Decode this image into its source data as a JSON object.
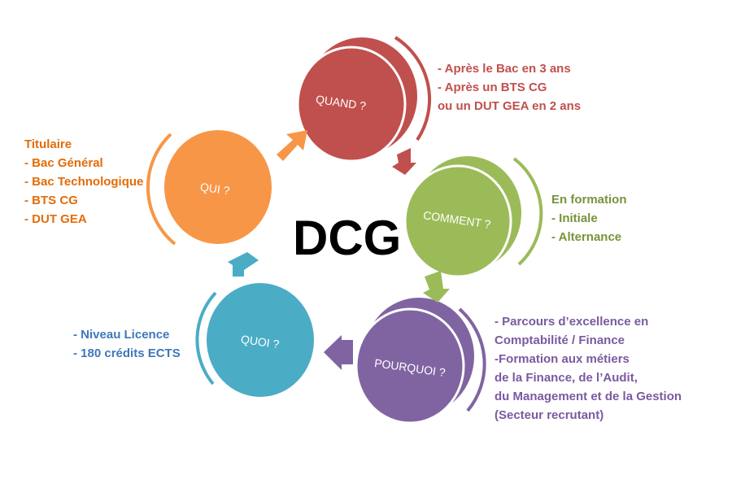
{
  "title": "DCG",
  "colors": {
    "quand": "#c0504d",
    "comment": "#9bbb59",
    "pourquoi": "#8064a2",
    "quoi": "#4bacc6",
    "qui": "#f79646"
  },
  "nodes": {
    "quand": {
      "label": "QUAND ?",
      "lines": [
        "- Après le Bac en 3 ans",
        "- Après un BTS CG",
        "ou un DUT GEA en 2 ans"
      ]
    },
    "comment": {
      "label": "COMMENT ?",
      "lines": [
        "En formation",
        "- Initiale",
        "- Alternance"
      ]
    },
    "pourquoi": {
      "label": "POURQUOI ?",
      "lines": [
        "- Parcours d’excellence en",
        "Comptabilité / Finance",
        "-Formation aux métiers",
        "de la Finance, de l’Audit,",
        "du Management et de la Gestion",
        "(Secteur recrutant)"
      ]
    },
    "quoi": {
      "label": "QUOI ?",
      "lines": [
        "- Niveau Licence",
        "- 180 crédits ECTS"
      ]
    },
    "qui": {
      "label": "QUI ?",
      "lines": [
        "Titulaire",
        "- Bac Général",
        "- Bac Technologique",
        "- BTS CG",
        "- DUT GEA"
      ]
    }
  }
}
